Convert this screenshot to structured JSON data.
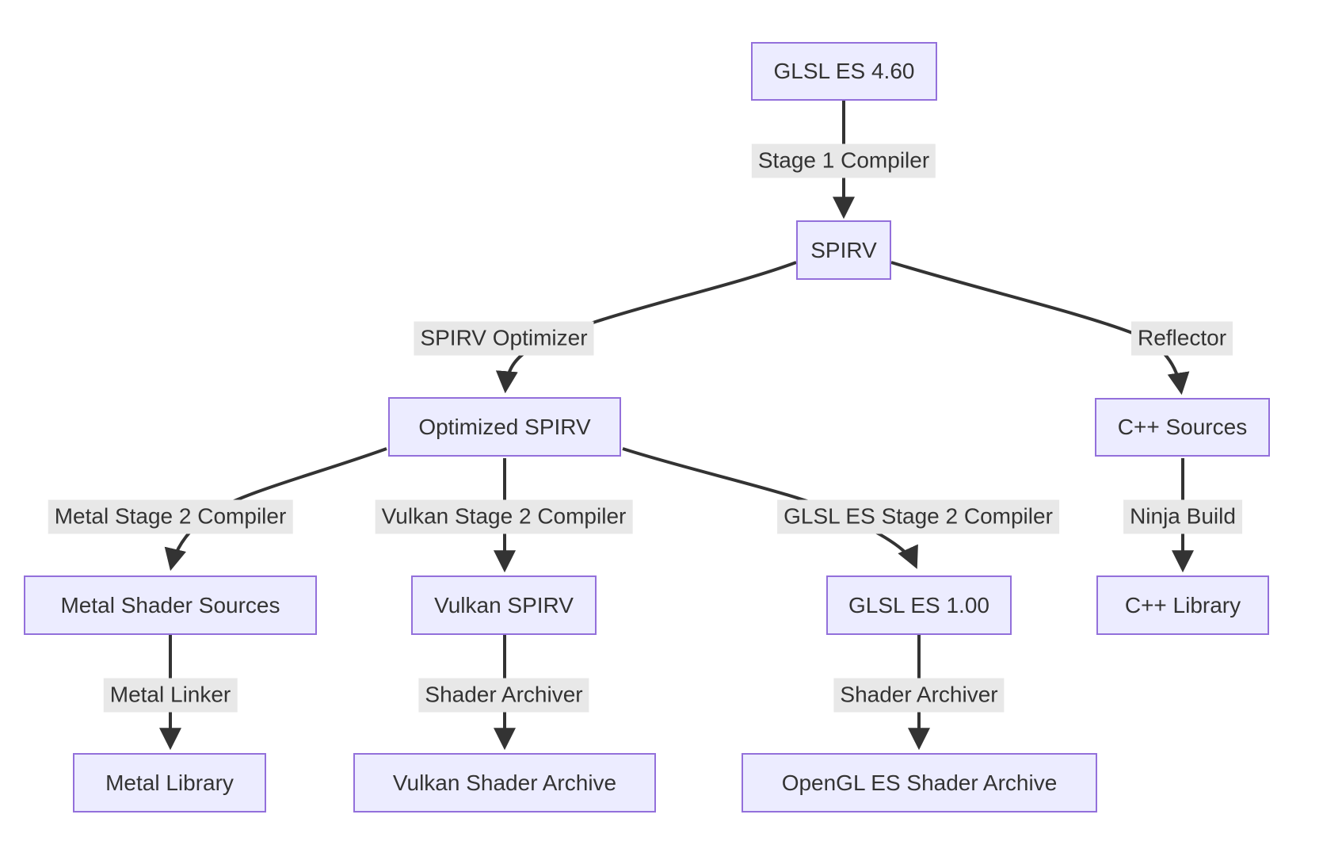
{
  "diagram": {
    "nodes": {
      "glsl_es_460": "GLSL ES 4.60",
      "spirv": "SPIRV",
      "optimized_spirv": "Optimized SPIRV",
      "cpp_sources": "C++ Sources",
      "metal_shader_sources": "Metal Shader Sources",
      "vulkan_spirv": "Vulkan SPIRV",
      "glsl_es_100": "GLSL ES 1.00",
      "cpp_library": "C++ Library",
      "metal_library": "Metal Library",
      "vulkan_shader_archive": "Vulkan Shader Archive",
      "opengl_es_shader_archive": "OpenGL ES Shader Archive"
    },
    "edge_labels": {
      "stage1_compiler": "Stage 1 Compiler",
      "spirv_optimizer": "SPIRV Optimizer",
      "reflector": "Reflector",
      "metal_stage2_compiler": "Metal Stage 2 Compiler",
      "vulkan_stage2_compiler": "Vulkan Stage 2 Compiler",
      "glsl_es_stage2_compiler": "GLSL ES Stage 2 Compiler",
      "ninja_build": "Ninja Build",
      "metal_linker": "Metal Linker",
      "shader_archiver_vulkan": "Shader Archiver",
      "shader_archiver_gles": "Shader Archiver"
    },
    "colors": {
      "node_fill": "#ECECFF",
      "node_border": "#9370DB",
      "edge": "#333333",
      "edge_label_bg": "#e8e8e8",
      "text": "#333333",
      "background": "#ffffff"
    }
  }
}
